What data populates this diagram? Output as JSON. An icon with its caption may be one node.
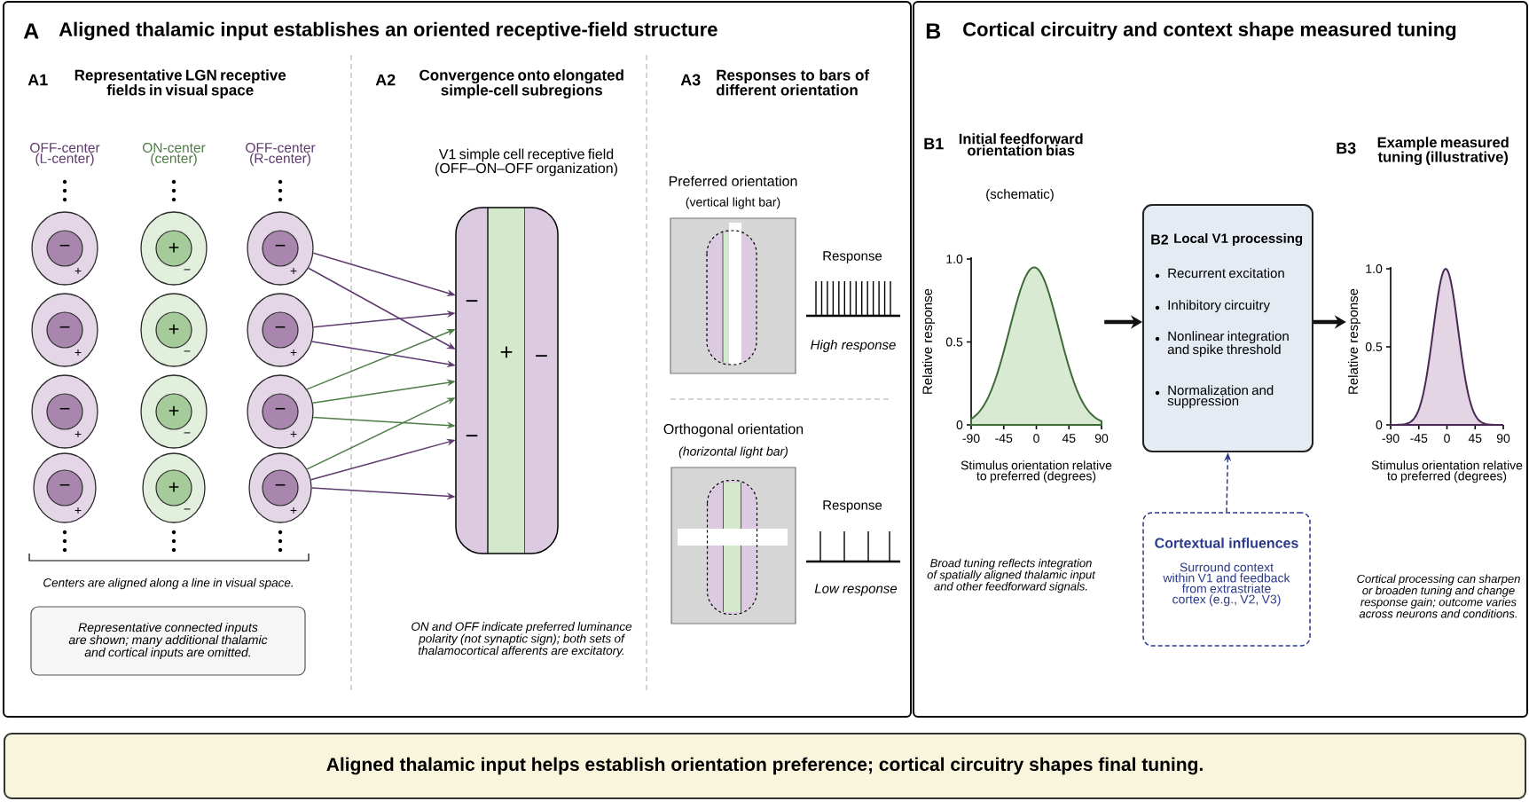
{
  "diagram": {
    "nodes": [
      {
        "text": [
          "A",
          "Aligned thalamic input establishes an oriented receptive-field structure"
        ]
      },
      {
        "text": [
          "B",
          "Cortical circuitry and context shape measured tuning"
        ]
      },
      {
        "text": [
          "−",
          "+"
        ],
        "in": 0
      },
      {
        "text": [
          "+",
          "−"
        ],
        "in": 0
      },
      {
        "text": [
          "−",
          "+"
        ],
        "in": 0
      },
      {
        "text": [
          "−",
          "+"
        ],
        "in": 0
      },
      {
        "text": [
          "+",
          "−"
        ],
        "in": 0
      },
      {
        "text": [
          "−",
          "+"
        ],
        "in": 0
      },
      {
        "text": [
          "−",
          "+"
        ],
        "in": 0
      },
      {
        "text": [
          "+",
          "−"
        ],
        "in": 0
      },
      {
        "text": [
          "−",
          "+"
        ],
        "in": 0
      },
      {
        "text": [
          "−",
          "+"
        ],
        "in": 0
      },
      {
        "text": [
          "+",
          "−"
        ],
        "in": 0
      },
      {
        "text": [
          "−",
          "+"
        ],
        "in": 0
      },
      {
        "text": [
          "Representative connected inputs are shown; many additional thalamic and cortical inputs are omitted."
        ],
        "in": 0
      },
      {
        "text": [
          "V1 simple cell receptive field (OFF–ON–OFF organization)"
        ],
        "in": 0
      },
      {
        "text": [
          "−",
          "−"
        ],
        "in": 15
      },
      {
        "text": [
          "+"
        ],
        "in": 15
      },
      {
        "text": [
          "−"
        ],
        "in": 15
      },
      {
        "text": [
          "Preferred orientation",
          "(vertical light bar)"
        ],
        "in": 0
      },
      {
        "text": [
          "Orthogonal orientation",
          "(horizontal light bar)"
        ],
        "in": 0
      },
      {
        "text": [],
        "shape": "picture",
        "in": 1,
        "beside": [
          "Relative response",
          "1.0",
          "0.5",
          "0",
          "-90",
          "-45",
          "0",
          "45",
          "90",
          "Stimulus orientation relative to preferred (degrees)"
        ]
      },
      {
        "text": [
          "B2",
          "Local V1 processing",
          "Recurrent excitation",
          "Inhibitory circuitry",
          "Nonlinear integration and spike threshold",
          "Normalization and suppression"
        ],
        "in": 1
      },
      {
        "text": [],
        "shape": "picture",
        "in": 1,
        "beside": [
          "Relative response",
          "1.0",
          "0.5",
          "0",
          "-90",
          "-45",
          "0",
          "45",
          "90",
          "Stimulus orientation relative to preferred (degrees)"
        ]
      },
      {
        "text": [
          "Cortextual influences",
          "Surround context within V1 and feedback from extrastriate cortex (e.g., V2, V3)"
        ],
        "in": 1
      },
      {
        "text": [
          "Aligned thalamic input helps establish orientation preference; cortical circuitry shapes final tuning."
        ]
      }
    ],
    "edges": [
      {
        "from": 4,
        "to": 16,
        "arrow": "to"
      },
      {
        "from": 4,
        "to": 16,
        "arrow": "to"
      },
      {
        "from": 7,
        "to": 16,
        "arrow": "to"
      },
      {
        "from": 7,
        "to": 16,
        "arrow": "to"
      },
      {
        "from": 10,
        "to": 16,
        "arrow": "to",
        "color": "#4f7d48"
      },
      {
        "from": 10,
        "to": 16,
        "arrow": "to",
        "color": "#4f7d48"
      },
      {
        "from": 10,
        "to": 16,
        "arrow": "to",
        "color": "#4f7d48"
      },
      {
        "from": 13,
        "to": 16,
        "arrow": "to",
        "color": "#4f7d48"
      },
      {
        "from": 13,
        "to": 16,
        "arrow": "to"
      },
      {
        "from": 13,
        "to": 16,
        "arrow": "to"
      },
      {
        "from": 21,
        "to": 22,
        "arrow": "to",
        "style": "thick",
        "color": "#111111"
      },
      {
        "from": 22,
        "to": 23,
        "arrow": "to",
        "style": "thick",
        "color": "#111111"
      },
      {
        "from": 24,
        "to": 22,
        "arrow": "to",
        "style": "dashed",
        "color": "#2b3a8a"
      }
    ],
    "labels": [
      "A1",
      "Representative LGN receptive fields in visual space",
      "OFF-center (L-center)",
      "ON-center (center)",
      "OFF-center (R-center)",
      "Centers are aligned along a line in visual space.",
      "A2",
      "Convergence onto elongated simple-cell subregions",
      "ON and OFF indicate preferred luminance polarity (not synaptic sign); both sets of thalamocortical afferents are excitatory.",
      "A3",
      "Responses to bars of different orientation",
      "Response",
      "High response",
      "Response",
      "Low response",
      "B1",
      "Initial feedforward orientation bias",
      "(schematic)",
      "Broad tuning reflects integration of spatially aligned thalamic input and other feedforward signals.",
      "B3",
      "Example measured tuning (illustrative)",
      "Cortical processing can sharpen or broaden tuning and change response gain; outcome varies across neurons and conditions."
    ]
  }
}
